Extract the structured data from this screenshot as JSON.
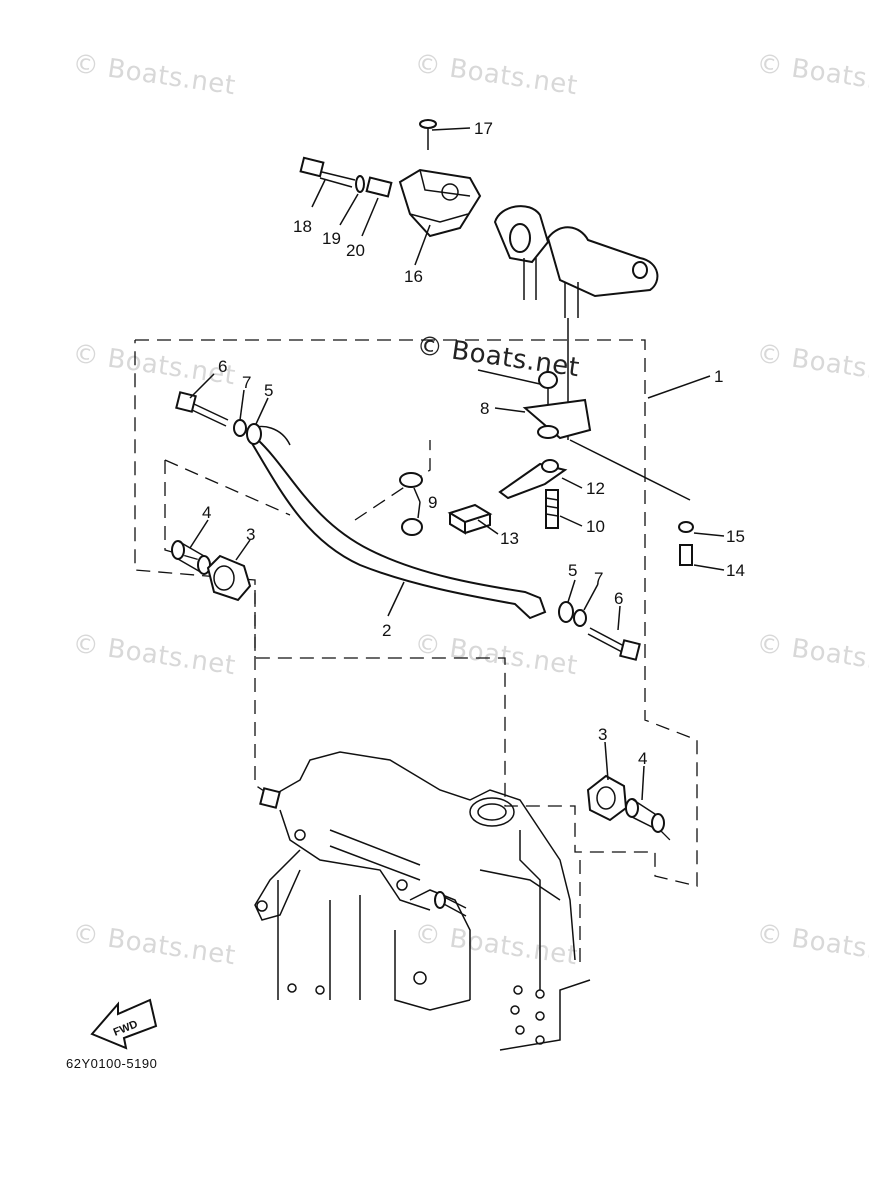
{
  "watermark": "© Boats.net",
  "drawing_code": "62Y0100-5190",
  "fwd_label": "FWD",
  "callouts": {
    "c1": "1",
    "c2": "2",
    "c3a": "3",
    "c3b": "3",
    "c4a": "4",
    "c4b": "4",
    "c5a": "5",
    "c5b": "5",
    "c6a": "6",
    "c6b": "6",
    "c7a": "7",
    "c7b": "7",
    "c8": "8",
    "c9": "9",
    "c10": "10",
    "c12": "12",
    "c13": "13",
    "c14": "14",
    "c15": "15",
    "c16": "16",
    "c17": "17",
    "c18": "18",
    "c19": "19",
    "c20": "20"
  }
}
